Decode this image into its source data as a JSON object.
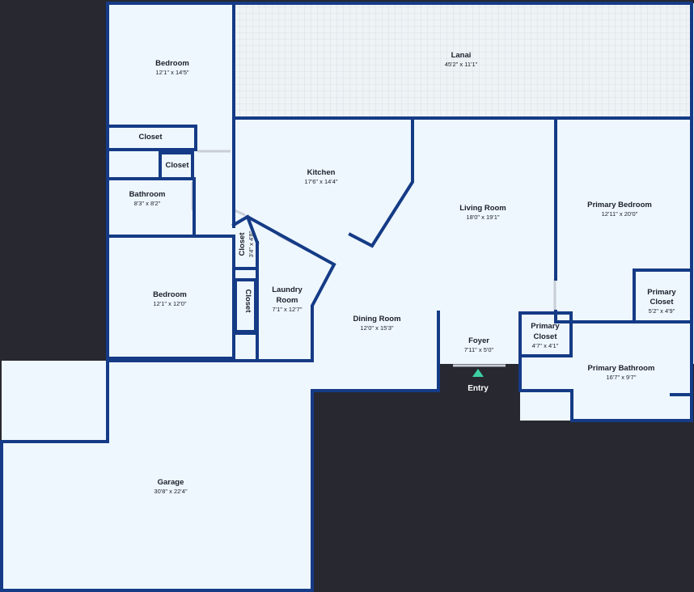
{
  "colors": {
    "background": "#272830",
    "floor": "#eef7fd",
    "wall": "#153b86",
    "window": "#c9ced6",
    "lanai_floor": "#e4ebf0",
    "entry_marker": "#3ecfa1"
  },
  "rooms": {
    "lanai": {
      "name": "Lanai",
      "dims": "45'2\" x 11'1\""
    },
    "bedroom_top": {
      "name": "Bedroom",
      "dims": "12'1\" x 14'5\""
    },
    "closet_hall": {
      "name": "Closet"
    },
    "closet_small": {
      "name": "Closet"
    },
    "bathroom": {
      "name": "Bathroom",
      "dims": "8'3\" x 8'2\""
    },
    "kitchen": {
      "name": "Kitchen",
      "dims": "17'6\" x 14'4\""
    },
    "living_room": {
      "name": "Living Room",
      "dims": "18'0\" x 19'1\""
    },
    "primary_bedroom": {
      "name": "Primary Bedroom",
      "dims": "12'11\" x 20'0\""
    },
    "closet_angled": {
      "name": "Closet",
      "dims": "3'4\" x 4'8\""
    },
    "closet_laundry": {
      "name": "Closet"
    },
    "bedroom_mid": {
      "name": "Bedroom",
      "dims": "12'1\" x 12'0\""
    },
    "laundry_room": {
      "line1": "Laundry",
      "line2": "Room",
      "dims": "7'1\" x 12'7\""
    },
    "dining_room": {
      "name": "Dining Room",
      "dims": "12'0\" x 15'3\""
    },
    "foyer": {
      "name": "Foyer",
      "dims": "7'11\" x 5'0\""
    },
    "primary_closet_right": {
      "line1": "Primary",
      "line2": "Closet",
      "dims": "5'2\" x 4'9\""
    },
    "primary_closet_left": {
      "line1": "Primary",
      "line2": "Closet",
      "dims": "4'7\" x 4'1\""
    },
    "primary_bathroom": {
      "name": "Primary Bathroom",
      "dims": "16'7\" x 9'7\""
    },
    "garage": {
      "name": "Garage",
      "dims": "30'8\" x 22'4\""
    }
  },
  "entry": {
    "label": "Entry"
  }
}
